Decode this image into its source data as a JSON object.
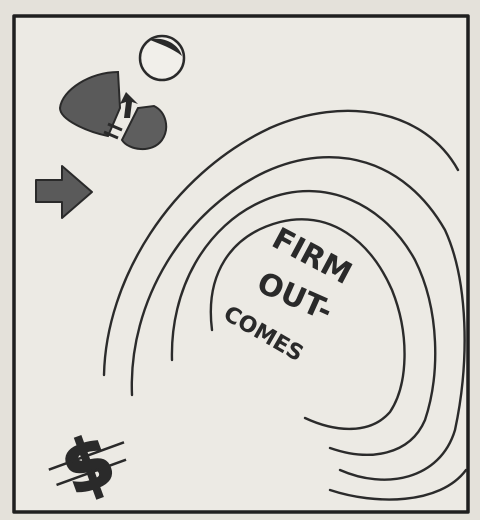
{
  "label": {
    "line1": "FIRM",
    "line2": "OUT-",
    "line3": "COMES"
  },
  "symbols": {
    "currency": "$"
  },
  "icons": {
    "top_left_cluster": [
      "split-circle-icon",
      "moon-circle-icon",
      "arrow-right-icon"
    ],
    "bottom_left": "dollar-icon"
  },
  "colors": {
    "paper": "#e4e1da",
    "ink": "#2a2a2a",
    "shade": "#5e5e5e",
    "frame": "#1f1f1f"
  }
}
